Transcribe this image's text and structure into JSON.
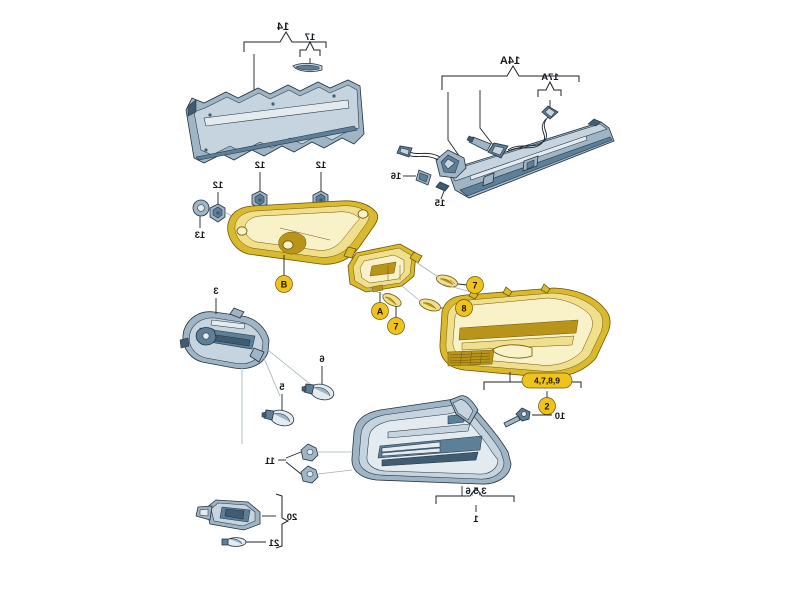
{
  "diagram": {
    "title": "Tail light assembly exploded parts diagram",
    "orientation": "mirrored",
    "background_color": "#ffffff",
    "accent_color": "#efc31d",
    "metal_color": "#5d7f98"
  },
  "callouts": {
    "high_mount_group": "14A",
    "high_mount_wire": "17A",
    "high_mount_seal_clip": "16",
    "high_mount_gasket": "15",
    "upper_panel_group": "14",
    "upper_panel_seal": "17",
    "nut_a": "12",
    "nut_b": "12",
    "nut_c": "12",
    "washer": "13",
    "inner_lamp_bracket": "4,7,8,9",
    "inner_lamp_badge": "2",
    "inner_lamp_screw": "10",
    "bulb_left_upper": "7",
    "bulb_left_lower": "8",
    "bulb_center": "7",
    "carrier_badge": "A",
    "support_badge": "B",
    "outer_lamp_bracket": "3,5,6",
    "outer_lamp_item": "1",
    "bulb_holder": "3",
    "bulb_6": "6",
    "bulb_5": "5",
    "clips": "11",
    "plate_lamp": "20",
    "plate_bulb": "21"
  }
}
